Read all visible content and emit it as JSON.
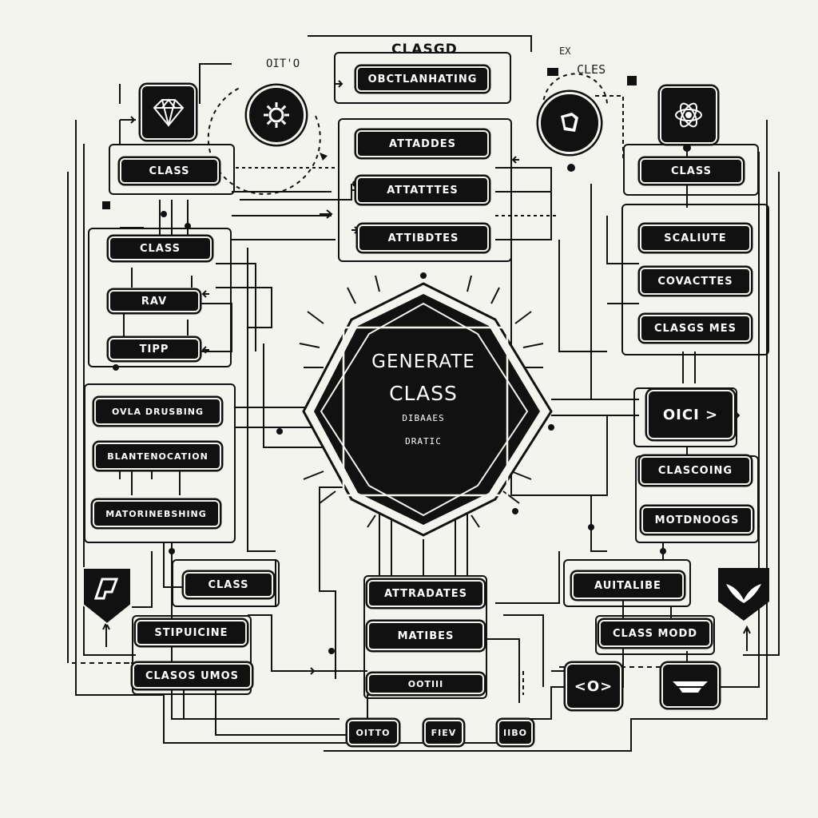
{
  "header": {
    "title": "CLASGD",
    "sub_ex": "EX",
    "sub_cles": "CLES",
    "left_mark": "OIT'O"
  },
  "top_center": {
    "label": "OBCTLANHATING"
  },
  "center_attrs": [
    "ATTADDES",
    "ATTATTTES",
    "ATTIBDTES"
  ],
  "hub": {
    "title1": "GENERATE",
    "title2": "CLASS",
    "sub1": "DIBAAES",
    "sub2": "DRATIC"
  },
  "left_column": {
    "top_class": "CLASS",
    "group1": [
      "CLASS",
      "RAV",
      "TIPP"
    ],
    "group2": [
      "OVLA DRUSBING",
      "BLANTENOCATION",
      "MATORINEBSHING"
    ]
  },
  "right_column": {
    "top_class": "CLASS",
    "group1": [
      "SCALIUTE",
      "COVACTTES",
      "CLASGS MES"
    ],
    "oici": "OICI >",
    "group2": [
      "CLASCOING",
      "MOTDNOOGS"
    ]
  },
  "bottom": {
    "left": [
      "CLASS",
      "STIPUICINE",
      "CLASOS UMOS"
    ],
    "center": [
      "ATTRADATES",
      "MATIBES",
      "OOTIII"
    ],
    "right": [
      "AUITALIBE",
      "CLASS MODD"
    ],
    "code_label": "<O>",
    "footer": [
      "OITTO",
      "FIEV",
      "IIBO"
    ]
  },
  "icons": {
    "top_left": "gem-icon",
    "gear": "gear-icon",
    "shield_top": "shield-icon",
    "top_right": "atom-icon",
    "bottom_left": "shield-icon",
    "bottom_right": "wing-shield-icon",
    "bottom_right_box": "wing-emblem-icon"
  },
  "colors": {
    "ink": "#111111",
    "paper": "#f4f4ef"
  }
}
